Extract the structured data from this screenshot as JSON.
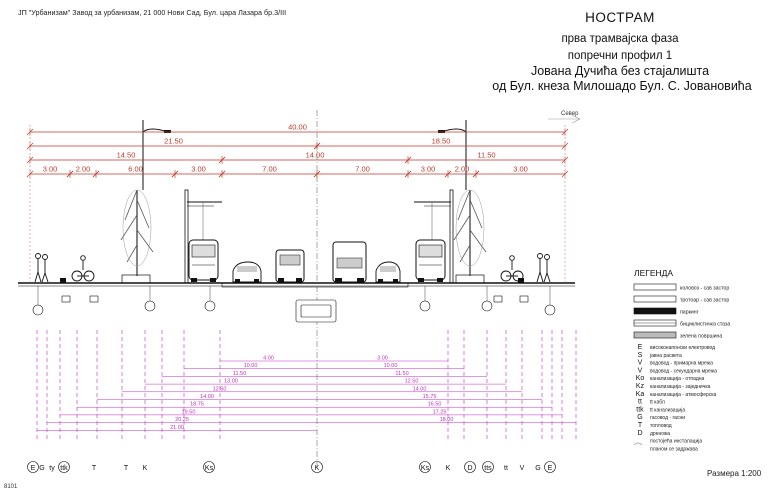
{
  "header": {
    "org": "ЈП \"Урбанизам\" Завод за урбанизам, 21 000 Нови Сад, Бул. цара Лазара бр.3/III"
  },
  "title": {
    "line1": "НОСТРАМ",
    "line2": "прва трамвајска фаза",
    "line3": "попречни профил 1",
    "line4": "Јована Дучића без стајалишта",
    "line5": "од Бул. кнеза Милошадо Бул. С. Јовановића"
  },
  "north_label": "Север",
  "corner_code": "8101",
  "scale_label": "Размера 1:200",
  "colors": {
    "dimension_red": "#c0392b",
    "utility_magenta": "#c030c0",
    "ink": "#111111"
  },
  "dimensions": {
    "total": "40.00",
    "left_half_upper": "21.50",
    "right_half_upper": "18.50",
    "left_half": "14.50",
    "center": "14.00",
    "right_half": "11.50",
    "segments": [
      "3.00",
      "2.00",
      "6.00",
      "3.00",
      "7.00",
      "7.00",
      "3.00",
      "2.00",
      "3.00"
    ]
  },
  "utility_dims": {
    "left": [
      "4.00",
      "10.00",
      "11.50",
      "13.00",
      "12.50",
      "14.00",
      "18.75",
      "19.50",
      "20.25",
      "21.00"
    ],
    "right": [
      "3.00",
      "10.00",
      "11.50",
      "12.50",
      "14.00",
      "15.75",
      "16.50",
      "17.25",
      "18.00"
    ]
  },
  "legend": {
    "title": "ЛЕГЕНДА",
    "surfaces": [
      {
        "label": "коловоз - сав застор",
        "style": "plain"
      },
      {
        "label": "тротоар - сав застор",
        "style": "plain"
      },
      {
        "label": "паркинг",
        "style": "black"
      },
      {
        "label": "бициклистичка стаза",
        "style": "double"
      },
      {
        "label": "зелена површина",
        "style": "grey"
      }
    ],
    "utilities": [
      {
        "symbol": "E",
        "label": "високонапонски електровод"
      },
      {
        "symbol": "S",
        "label": "јавна расвета"
      },
      {
        "symbol": "V",
        "label": "водовод - примарна мрежа"
      },
      {
        "symbol": "V",
        "label": "водовод - секундарна мрежа"
      },
      {
        "symbol": "Ko",
        "label": "канализација - отпадна"
      },
      {
        "symbol": "Kz",
        "label": "канализација - заједничка"
      },
      {
        "symbol": "Ka",
        "label": "канализација - атмосферска"
      },
      {
        "symbol": "tt",
        "label": "tt кабл"
      },
      {
        "symbol": "ttk",
        "label": "tt канализација"
      },
      {
        "symbol": "G",
        "label": "гасовод - гасни"
      },
      {
        "symbol": "T",
        "label": "топловод"
      },
      {
        "symbol": "D",
        "label": "дреножа"
      },
      {
        "symbol": "",
        "label": "постојећа инсталација"
      },
      {
        "symbol": "",
        "label": "планом се задржава"
      }
    ]
  },
  "bottom_symbols": {
    "left": [
      "E",
      "G",
      "ty",
      "ttk",
      "T",
      "T",
      "K",
      "Ks"
    ],
    "center": "K",
    "right": [
      "Ks",
      "K",
      "D",
      "tts",
      "tt",
      "V",
      "G",
      "E"
    ]
  }
}
